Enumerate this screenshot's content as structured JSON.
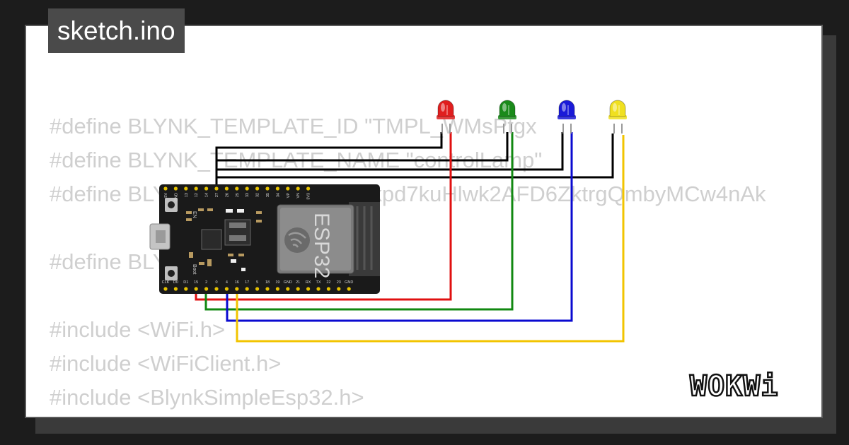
{
  "tab": {
    "title": "sketch.ino"
  },
  "code": {
    "lines": [
      "#define BLYNK_TEMPLATE_ID \"TMPL_WMsPtgx",
      "#define BLYNK_TEMPLATE_NAME \"controlLamp\"",
      "#define BLYNK_AUTH_TOKEN \"kpd7kuHlwk2AFD6ZktrgQmbyMCw4nAk",
      "",
      "#define BLYNK_PRINT Serial",
      "",
      "#include <WiFi.h>",
      "#include <WiFiClient.h>",
      "#include <BlynkSimpleEsp32.h>"
    ]
  },
  "board": {
    "chip_label": "ESP32",
    "top_pins": [
      "3V3",
      "VN",
      "VP",
      "34",
      "35",
      "32",
      "33",
      "25",
      "26",
      "27",
      "14",
      "12",
      "13",
      "GND",
      "5V"
    ],
    "bottom_pins": [
      "CLK",
      "D0",
      "D1",
      "15",
      "2",
      "0",
      "4",
      "16",
      "17",
      "5",
      "18",
      "19",
      "GND",
      "21",
      "RX",
      "TX",
      "22",
      "23",
      "GND"
    ],
    "button_left_label": "EN",
    "button_right_label": "Boot"
  },
  "leds": [
    {
      "name": "red",
      "color": "#e01e1e"
    },
    {
      "name": "green",
      "color": "#1a8a1a"
    },
    {
      "name": "blue",
      "color": "#1a1ad8"
    },
    {
      "name": "yellow",
      "color": "#f0e020"
    }
  ],
  "wire_colors": {
    "gnd": "#000000",
    "red": "#e01010",
    "green": "#118811",
    "blue": "#0a0ad0",
    "yellow": "#f2c400"
  },
  "brand": {
    "logo_text": "WOKWi"
  }
}
